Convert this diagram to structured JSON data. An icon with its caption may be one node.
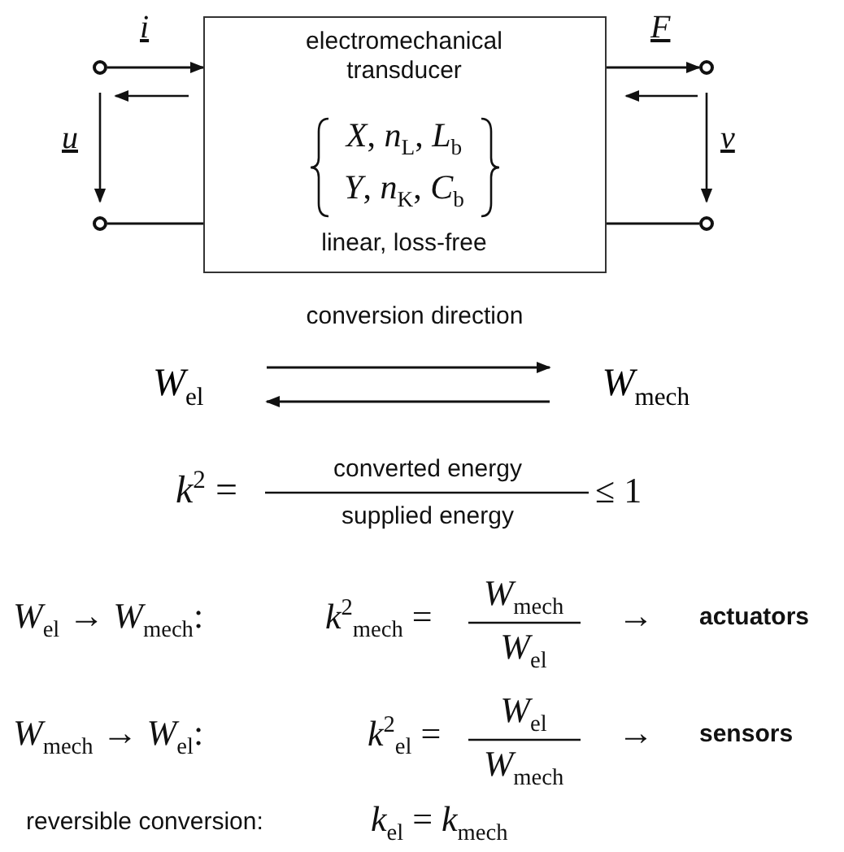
{
  "diagram": {
    "nodes": [
      {
        "text": [
          "electromechanical transducer",
          "*X*, *n*$_{L}$, *L*$_{b}$",
          "*Y*, *n*$_{K}$, *C*$_{b}$",
          "linear, loss-free"
        ]
      },
      {
        "text": [],
        "shape": "circle"
      },
      {
        "text": [],
        "shape": "circle"
      },
      {
        "text": [],
        "shape": "circle"
      },
      {
        "text": [],
        "shape": "circle"
      },
      {
        "text": [
          "*W*$_{el}$"
        ]
      },
      {
        "text": [
          "*W*$_{mech}$"
        ]
      }
    ],
    "edges": [
      {
        "from": 1,
        "to": 0,
        "arrow": "to",
        "label": "i"
      },
      {
        "from": 2,
        "to": 0,
        "arrow": "none"
      },
      {
        "from": 0,
        "to": 3,
        "arrow": "to",
        "label": "F"
      },
      {
        "from": 0,
        "to": 4,
        "arrow": "none"
      },
      {
        "from": 5,
        "to": 6,
        "arrow": "to",
        "label": "conversion direction"
      },
      {
        "from": 6,
        "to": 5,
        "arrow": "to"
      }
    ],
    "labels": [
      "u",
      "v",
      "*k*$^{2}$ =",
      "converted energy",
      "supplied energy",
      "≤ 1",
      "*W*$_{el}$ → *W*$_{mech}$:",
      "*k*$^{2}$$_{mech}$ =",
      "*W*$_{mech}$",
      "*W*$_{el}$",
      "→",
      "actuators",
      "*W*$_{mech}$ → *W*$_{el}$:",
      "*k*$^{2}$$_{el}$ =",
      "*W*$_{el}$",
      "*W*$_{mech}$",
      "→",
      "sensors",
      "reversible conversion:",
      "*k*$_{el}$ = *k*$_{mech}$"
    ]
  }
}
